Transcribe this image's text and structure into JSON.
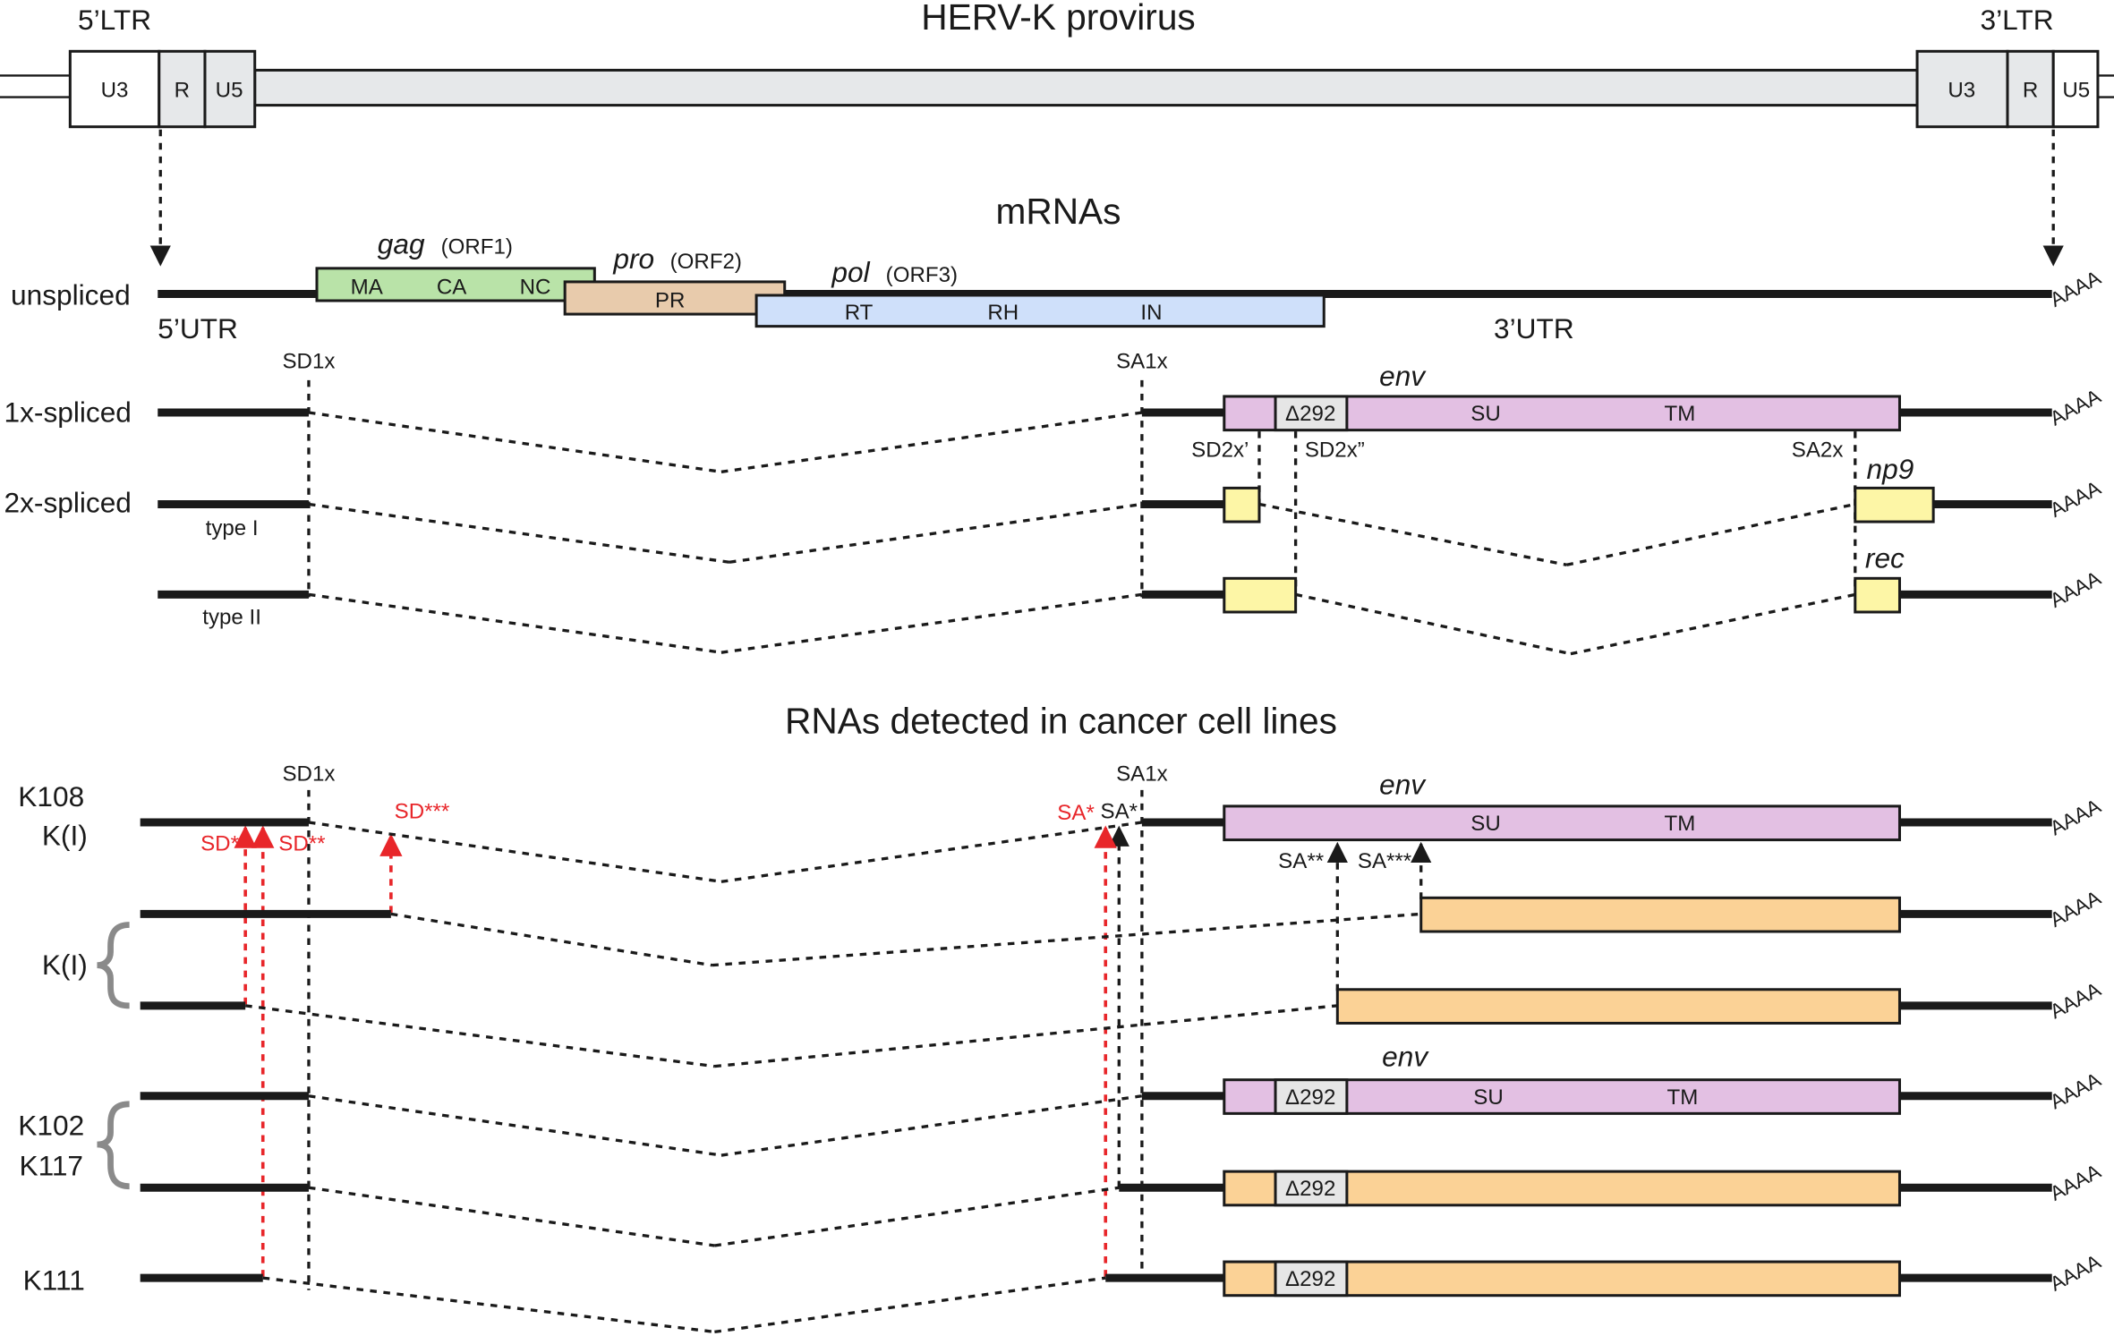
{
  "provirus": {
    "title": "HERV-K provirus",
    "ltr5_label": "5’LTR",
    "ltr3_label": "3’LTR",
    "ltr5_segments": [
      "U3",
      "R",
      "U5"
    ],
    "ltr3_segments": [
      "U3",
      "R",
      "U5"
    ]
  },
  "mrnas": {
    "title": "mRNAs",
    "unspliced_label": "unspliced",
    "utr5": "5’UTR",
    "utr3": "3’UTR",
    "polya": "AAAA",
    "gag": {
      "name": "gag",
      "orf": "(ORF1)",
      "domains": [
        "MA",
        "CA",
        "NC"
      ]
    },
    "pro": {
      "name": "pro",
      "orf": "(ORF2)",
      "domains": [
        "PR"
      ]
    },
    "pol": {
      "name": "pol",
      "orf": "(ORF3)",
      "domains": [
        "RT",
        "RH",
        "IN"
      ]
    },
    "sd1x": "SD1x",
    "sa1x": "SA1x",
    "sd2x1": "SD2x’",
    "sd2x2": "SD2x”",
    "sa2x": "SA2x",
    "env": "env",
    "delta292": "Δ292",
    "su": "SU",
    "tm": "TM",
    "np9": "np9",
    "rec": "rec",
    "one_spliced": "1x-spliced",
    "two_spliced": "2x-spliced",
    "type1": "type I",
    "type2": "type II"
  },
  "cancer": {
    "title": "RNAs detected in cancer cell lines",
    "k108": "K108",
    "ki": "K(I)",
    "ki_group": "K(I)",
    "k102": "K102",
    "k117": "K117",
    "k111": "K111",
    "sd1x": "SD1x",
    "sa1x": "SA1x",
    "sd_star": "SD*",
    "sd_2star": "SD**",
    "sd_3star": "SD***",
    "sa_star_red": "SA*",
    "sa_star": "SA*",
    "sa_2star": "SA**",
    "sa_3star": "SA***",
    "env": "env",
    "env2": "env",
    "su": "SU",
    "tm": "TM",
    "delta292": "Δ292"
  },
  "colors": {
    "ltr_fill": "#e6e8ea",
    "gag": "#b9e3a8",
    "pro": "#e8cbac",
    "pol": "#cfe0fa",
    "env": "#e3c0e3",
    "np9_rec": "#fdf6a6",
    "orange": "#fbd296",
    "delta": "#e6e6e6",
    "red": "#e8262a",
    "gray_brace": "#8a8a8a"
  }
}
